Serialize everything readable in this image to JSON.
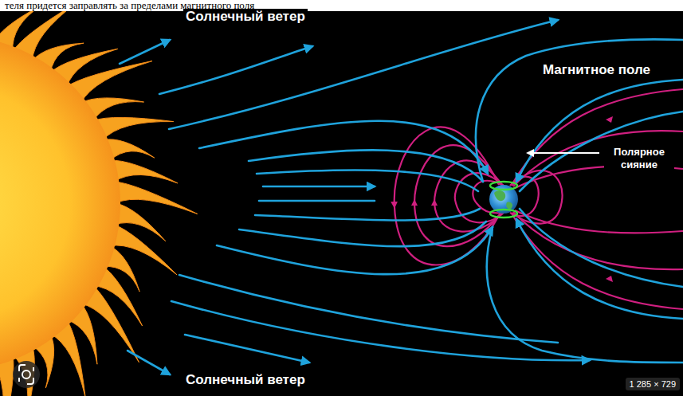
{
  "diagram": {
    "labels": [
      "теля придется заправлять за пределами магнитного поля",
      "Солнечный ветер",
      "Магнитное поле",
      "Полярное сияние",
      "Солнечный ветер",
      "1 285 × 729"
    ]
  }
}
